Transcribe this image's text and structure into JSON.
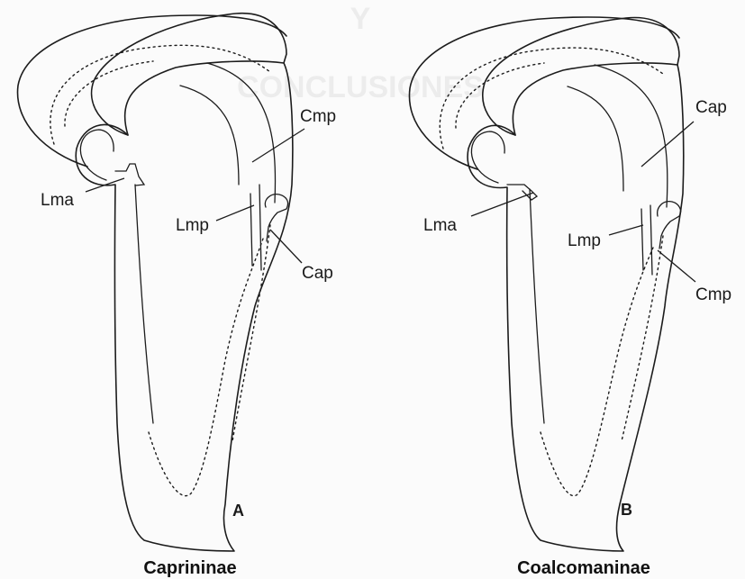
{
  "background_text": {
    "top": "Y",
    "heading": "CONCLUSIONES"
  },
  "figure_a": {
    "letter": "A",
    "caption": "Caprininae",
    "labels": {
      "cmp": "Cmp",
      "lma": "Lma",
      "lmp": "Lmp",
      "cap": "Cap"
    }
  },
  "figure_b": {
    "letter": "B",
    "caption": "Coalcomaninae",
    "labels": {
      "cap": "Cap",
      "lma": "Lma",
      "lmp": "Lmp",
      "cmp": "Cmp"
    }
  }
}
